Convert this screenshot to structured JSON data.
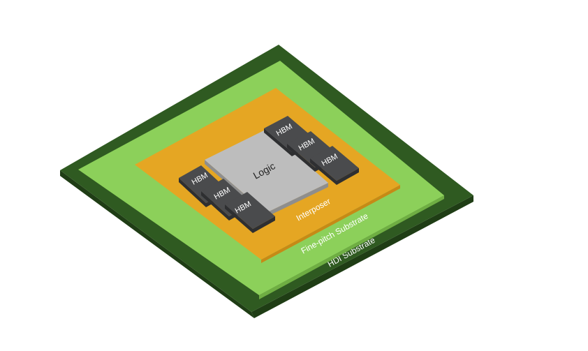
{
  "layers": {
    "hdi_substrate": {
      "label": "HDI Substrate",
      "color": "#2f5a21",
      "side_color": "#1f3d15"
    },
    "fine_pitch_substrate": {
      "label": "Fine-pitch Substrate",
      "color": "#8cd05a",
      "side_color": "#6fae43"
    },
    "interposer": {
      "label": "Interposer",
      "color": "#e5a623",
      "side_color": "#c68a16"
    }
  },
  "logic": {
    "label": "Logic",
    "color": "#bdbdbd",
    "side_color": "#8e8e8e"
  },
  "hbm": {
    "color": "#4a4b4d",
    "side_color": "#2e2f31",
    "left": [
      "HBM",
      "HBM",
      "HBM"
    ],
    "right": [
      "HBM",
      "HBM",
      "HBM"
    ]
  }
}
